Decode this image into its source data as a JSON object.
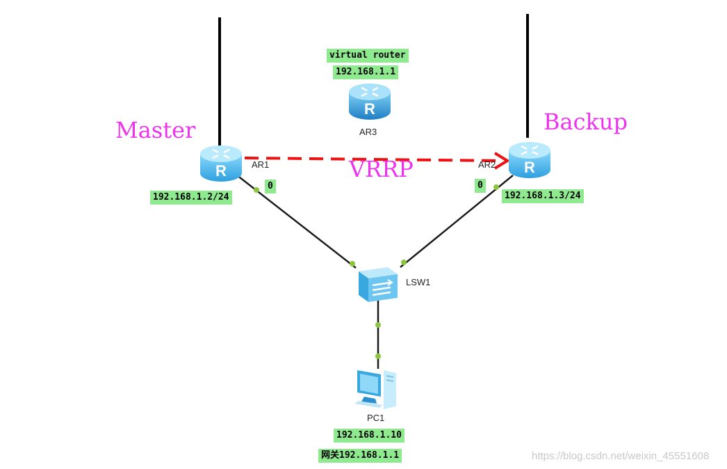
{
  "diagram": {
    "virtual_router": {
      "line1": "virtual router",
      "line2": "192.168.1.1"
    },
    "devices": {
      "ar1": {
        "label": "AR1",
        "role": "Master",
        "ip": "192.168.1.2/24",
        "port": "0"
      },
      "ar2": {
        "label": "AR2",
        "role": "Backup",
        "ip": "192.168.1.3/24",
        "port": "0"
      },
      "ar3": {
        "label": "AR3"
      },
      "lsw1": {
        "label": "LSW1"
      },
      "pc1": {
        "label": "PC1",
        "ip": "192.168.1.10",
        "gateway": "网关192.168.1.1"
      }
    },
    "protocol_label": "VRRP",
    "watermark": "https://blog.csdn.net/weixin_45551608"
  },
  "colors": {
    "accent_magenta": "#ee33ee",
    "vrrp_arrow": "#ee1111",
    "tag_background": "#8fea8f",
    "port_dot": "#8cc63f",
    "router_blue": "#3aa8e0",
    "link_line": "#1a1a1a"
  },
  "icons": [
    "router-icon",
    "switch-icon",
    "pc-icon"
  ]
}
